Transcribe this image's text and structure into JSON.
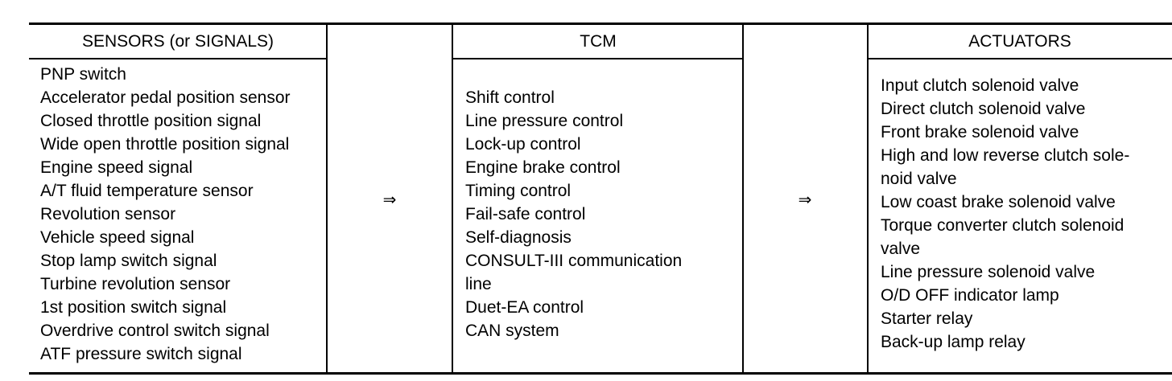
{
  "sensors": {
    "header": "SENSORS (or SIGNALS)",
    "items": [
      "PNP switch",
      "Accelerator pedal position sensor",
      "Closed throttle position signal",
      "Wide open throttle position signal",
      "Engine speed signal",
      "A/T fluid temperature sensor",
      "Revolution sensor",
      "Vehicle speed signal",
      "Stop lamp switch signal",
      "Turbine revolution sensor",
      "1st position switch signal",
      "Overdrive control switch signal",
      "ATF pressure switch signal"
    ]
  },
  "arrows": {
    "left": "⇒",
    "right": "⇒"
  },
  "tcm": {
    "header": "TCM",
    "items": [
      "Shift control",
      "Line pressure control",
      "Lock-up control",
      "Engine brake control",
      "Timing control",
      "Fail-safe control",
      "Self-diagnosis",
      "CONSULT-III communication",
      "line",
      "Duet-EA control",
      "CAN system"
    ]
  },
  "actuators": {
    "header": "ACTUATORS",
    "items": [
      "Input clutch solenoid valve",
      "Direct clutch solenoid valve",
      "Front brake solenoid valve",
      "High and low reverse clutch sole-",
      "noid valve",
      "Low coast brake solenoid valve",
      "Torque converter clutch solenoid",
      "valve",
      "Line pressure solenoid valve",
      "O/D OFF indicator lamp",
      "Starter relay",
      "Back-up lamp relay"
    ]
  }
}
